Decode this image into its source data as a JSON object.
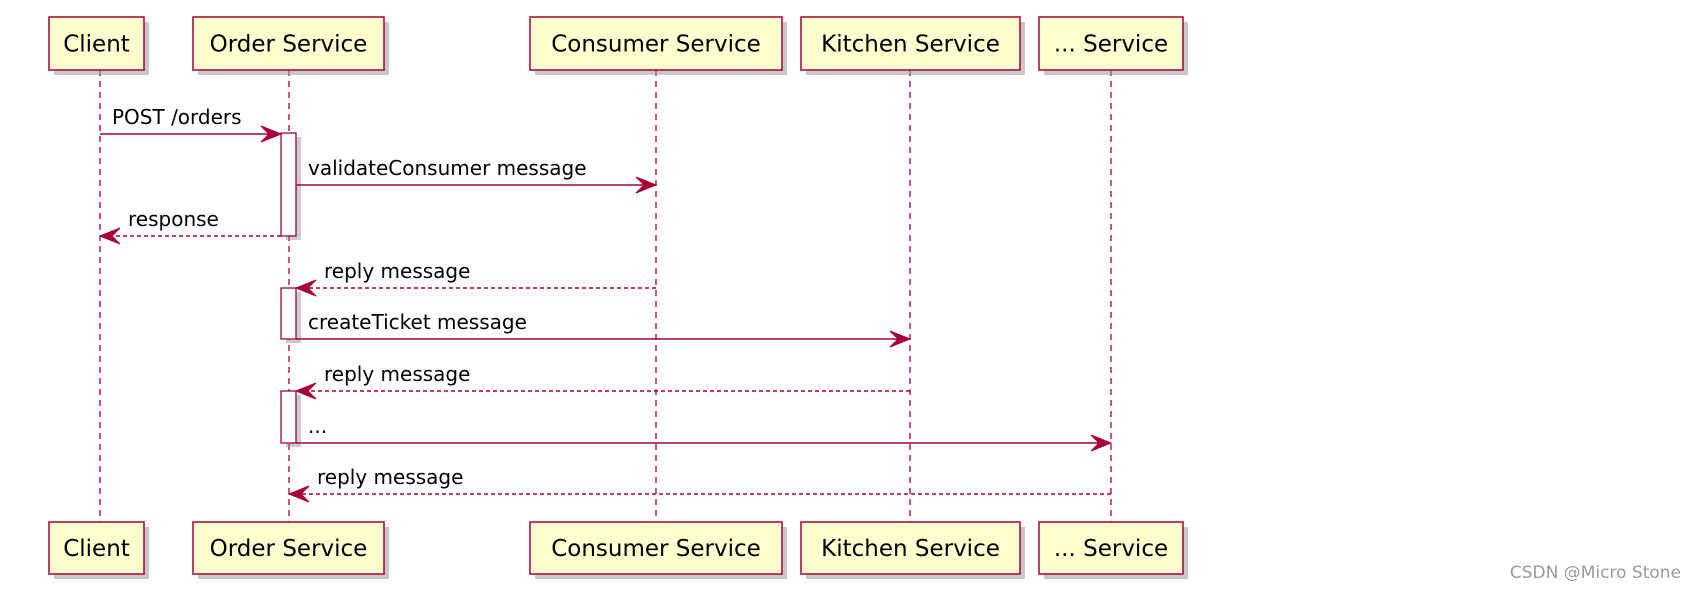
{
  "participants": [
    {
      "id": "client",
      "label": "Client"
    },
    {
      "id": "order",
      "label": "Order Service"
    },
    {
      "id": "consumer",
      "label": "Consumer Service"
    },
    {
      "id": "kitchen",
      "label": "Kitchen Service"
    },
    {
      "id": "other",
      "label": "... Service"
    }
  ],
  "messages": [
    {
      "from": "client",
      "to": "order",
      "label": "POST /orders",
      "style": "solid"
    },
    {
      "from": "order",
      "to": "consumer",
      "label": "validateConsumer message",
      "style": "solid"
    },
    {
      "from": "order",
      "to": "client",
      "label": "response",
      "style": "dashed"
    },
    {
      "from": "consumer",
      "to": "order",
      "label": "reply message",
      "style": "dashed"
    },
    {
      "from": "order",
      "to": "kitchen",
      "label": "createTicket message",
      "style": "solid"
    },
    {
      "from": "kitchen",
      "to": "order",
      "label": "reply message",
      "style": "dashed"
    },
    {
      "from": "order",
      "to": "other",
      "label": "...",
      "style": "solid"
    },
    {
      "from": "other",
      "to": "order",
      "label": "reply message",
      "style": "dashed"
    }
  ],
  "colors": {
    "box_fill": "#FEFECE",
    "stroke": "#A80036"
  },
  "watermark": "CSDN @Micro Stone"
}
